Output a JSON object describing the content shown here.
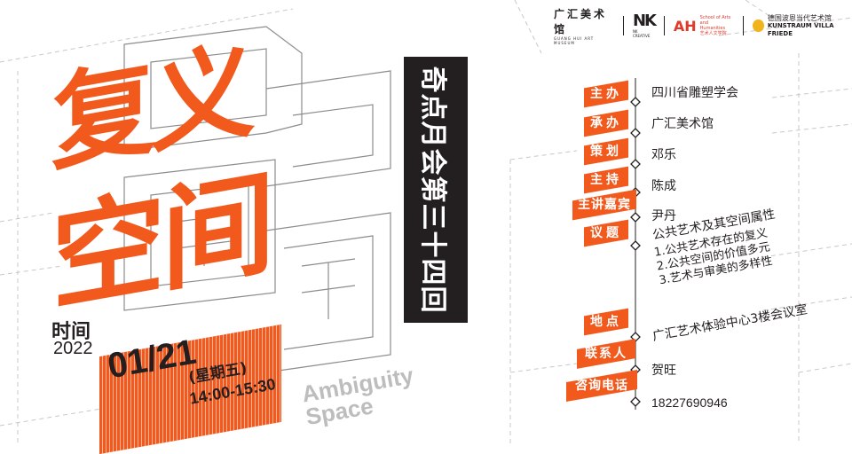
{
  "logos": {
    "guanghui": {
      "glyphs": "广汇美术馆",
      "sub": "GUANG HUI ART MUSEUM"
    },
    "nk": {
      "mark": "NK",
      "sub": "NK CREATIVE"
    },
    "school": {
      "mark": "AH",
      "line1": "School of Arts and",
      "line2": "Humanities",
      "line3": "艺术人文学院"
    },
    "villa": {
      "cn": "德国波恩当代艺术馆",
      "de": "KUNSTRAUM VILLA FRIEDE"
    }
  },
  "event_title": "奇点月会第三十四回",
  "main_title": {
    "line1": "复义",
    "line2": "空间"
  },
  "english_title": {
    "line1": "Ambiguity",
    "line2": "Space"
  },
  "time": {
    "label": "时间",
    "year": "2022",
    "date": "01/21",
    "weekday": "(星期五)",
    "hours": "14:00-15:30"
  },
  "info": [
    {
      "tag": "主办",
      "value": "四川省雕塑学会"
    },
    {
      "tag": "承办",
      "value": "广汇美术馆"
    },
    {
      "tag": "策划",
      "value": "邓乐"
    },
    {
      "tag": "主持",
      "value": "陈成"
    },
    {
      "tag": "主讲嘉宾",
      "value": "尹丹"
    },
    {
      "tag": "议题",
      "value": "公共艺术及其空间属性"
    },
    {
      "tag": "地点",
      "value": "广汇艺术体验中心3楼会议室"
    },
    {
      "tag": "联系人",
      "value": "贺旺"
    },
    {
      "tag": "咨询电话",
      "value": "18227690946"
    }
  ],
  "topics": [
    "1.公共艺术存在的复义",
    "2.公共空间的价值多元",
    "3.艺术与审美的多样性"
  ],
  "colors": {
    "accent": "#f25a1d",
    "dark": "#231f20"
  }
}
